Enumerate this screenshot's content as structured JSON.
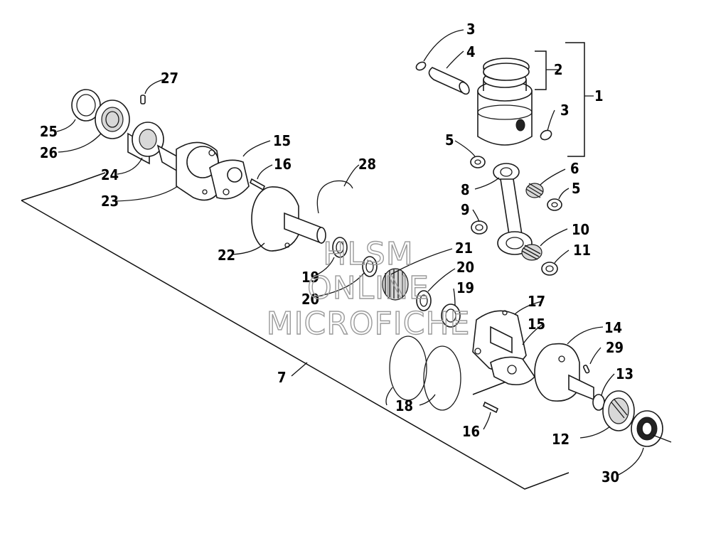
{
  "callouts": {
    "c1": "1",
    "c2": "2",
    "c3a": "3",
    "c3b": "3",
    "c4": "4",
    "c5a": "5",
    "c5b": "5",
    "c6": "6",
    "c7": "7",
    "c8": "8",
    "c9": "9",
    "c10": "10",
    "c11": "11",
    "c12": "12",
    "c13": "13",
    "c14": "14",
    "c15a": "15",
    "c15b": "15",
    "c16a": "16",
    "c16b": "16",
    "c17": "17",
    "c18": "18",
    "c19a": "19",
    "c19b": "19",
    "c20a": "20",
    "c20b": "20",
    "c21": "21",
    "c22": "22",
    "c23": "23",
    "c24": "24",
    "c25": "25",
    "c26": "26",
    "c27": "27",
    "c28": "28",
    "c29": "29",
    "c30": "30"
  },
  "watermark": {
    "line1": "HLSM",
    "line2": "ONLINE",
    "line3": "MICROFICHE"
  }
}
